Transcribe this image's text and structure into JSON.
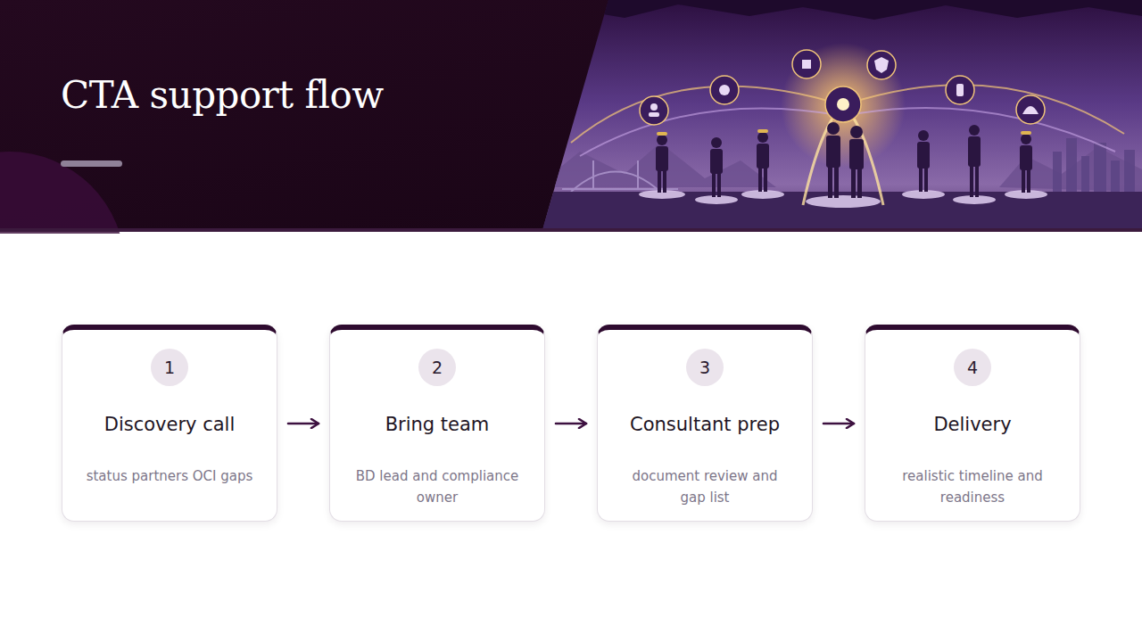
{
  "diagram": {
    "title": "CTA support flow",
    "nodes": [
      {
        "text": [
          "Discovery call",
          "status partners OCI gaps"
        ]
      },
      {
        "text": [
          "1"
        ],
        "in": 0
      },
      {
        "text": [
          "Bring team",
          "BD lead and compliance owner"
        ]
      },
      {
        "text": [
          "2"
        ],
        "in": 2
      },
      {
        "text": [
          "Consultant prep",
          "document review and gap list"
        ]
      },
      {
        "text": [
          "3"
        ],
        "in": 4
      },
      {
        "text": [
          "Delivery",
          "realistic timeline and readiness"
        ]
      },
      {
        "text": [
          "4"
        ],
        "in": 6
      }
    ],
    "edges": [
      {
        "from": 0,
        "to": 2,
        "arrow": "to"
      },
      {
        "from": 2,
        "to": 4,
        "arrow": "to"
      },
      {
        "from": 4,
        "to": 6,
        "arrow": "to"
      }
    ]
  }
}
